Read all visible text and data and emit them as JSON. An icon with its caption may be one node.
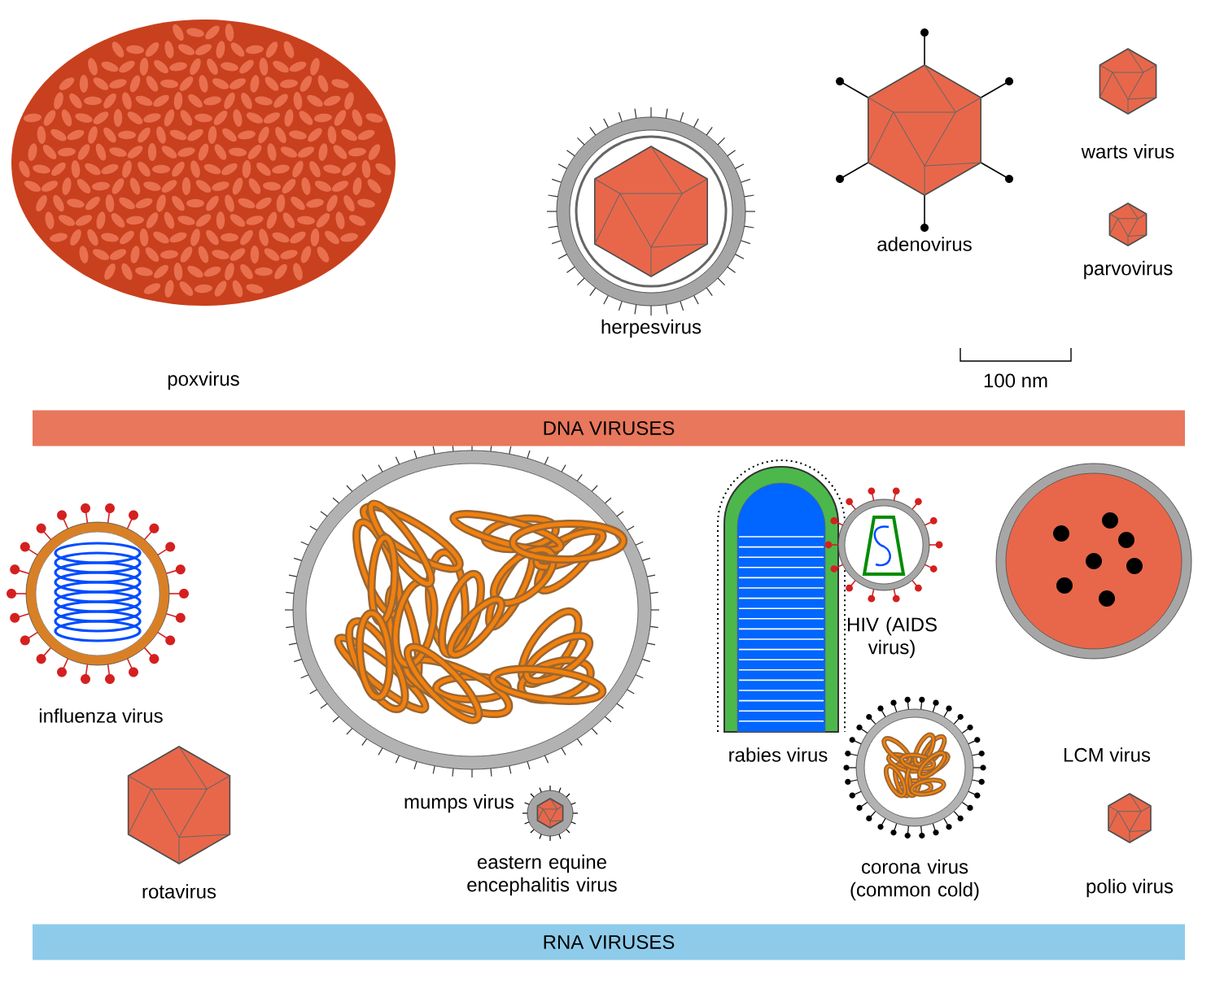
{
  "diagram": {
    "nodes": [
      {
        "text": [
          "DNA VIRUSES"
        ]
      },
      {
        "text": [
          "RNA VIRUSES"
        ]
      }
    ],
    "labels": [
      "poxvirus",
      "herpesvirus",
      "adenovirus",
      "warts virus",
      "parvovirus",
      "100 nm",
      "influenza virus",
      "mumps virus",
      "rabies virus",
      "HIV (AIDS virus)",
      "LCM virus",
      "rotavirus",
      "eastern equine encephalitis virus",
      "corona virus (common cold)",
      "polio virus"
    ]
  }
}
